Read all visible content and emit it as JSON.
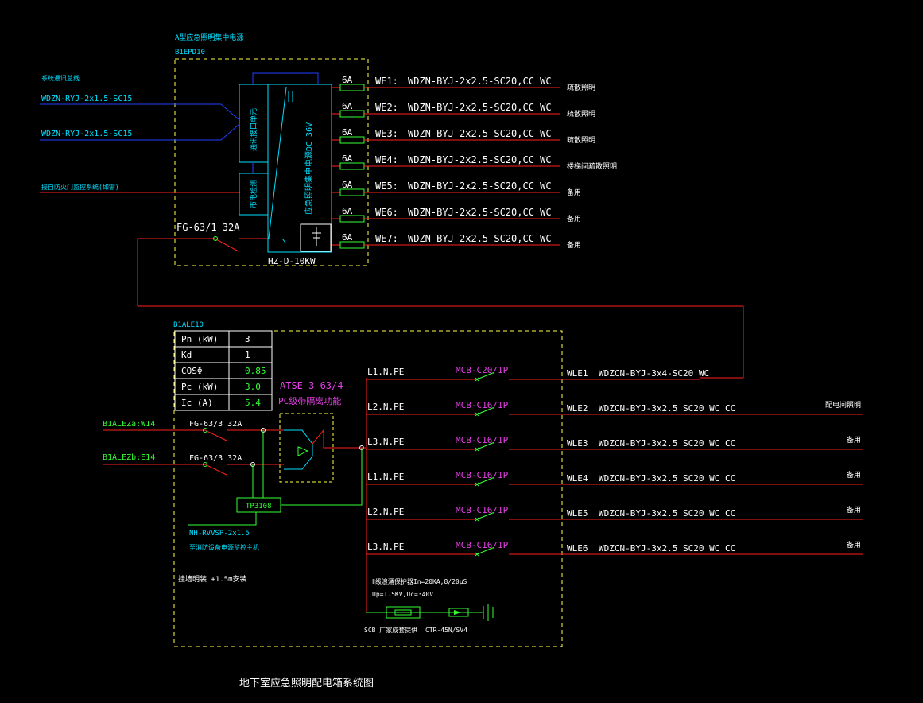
{
  "title": "地下室应急照明配电箱系统图",
  "top_panel": {
    "header": "A型应急照明集中电源",
    "code": "B1EPD10",
    "bus_label": "系统通讯总线",
    "comm_cable_1": "WDZN-RYJ-2x1.5-SC15",
    "comm_cable_2": "WDZN-RYJ-2x1.5-SC15",
    "fire_signal": "接自防火门监控系统(如需)",
    "comm_module": "通讯接口单元",
    "monitor_module": "市电检测",
    "power_module": "应急照明集中电源DC 36V",
    "main_breaker": "FG-63/1 32A",
    "model": "HZ-D-10KW",
    "outputs": [
      {
        "fuse": "6A",
        "id": "WE1:",
        "cable": "WDZN-BYJ-2x2.5-SC20,CC WC",
        "load": "疏散照明"
      },
      {
        "fuse": "6A",
        "id": "WE2:",
        "cable": "WDZN-BYJ-2x2.5-SC20,CC WC",
        "load": "疏散照明"
      },
      {
        "fuse": "6A",
        "id": "WE3:",
        "cable": "WDZN-BYJ-2x2.5-SC20,CC WC",
        "load": "疏散照明"
      },
      {
        "fuse": "6A",
        "id": "WE4:",
        "cable": "WDZN-BYJ-2x2.5-SC20,CC WC",
        "load": "楼梯间疏散照明"
      },
      {
        "fuse": "6A",
        "id": "WE5:",
        "cable": "WDZN-BYJ-2x2.5-SC20,CC WC",
        "load": "备用"
      },
      {
        "fuse": "6A",
        "id": "WE6:",
        "cable": "WDZN-BYJ-2x2.5-SC20,CC WC",
        "load": "备用"
      },
      {
        "fuse": "6A",
        "id": "WE7:",
        "cable": "WDZN-BYJ-2x2.5-SC20,CC WC",
        "load": "备用"
      }
    ]
  },
  "bottom_panel": {
    "code": "B1ALE10",
    "params": [
      {
        "label": "Pn (kW)",
        "value": "3"
      },
      {
        "label": "Kd",
        "value": "1"
      },
      {
        "label": "COSΦ",
        "value": "0.85"
      },
      {
        "label": "Pc (kW)",
        "value": "3.0"
      },
      {
        "label": "Ic (A)",
        "value": "5.4"
      }
    ],
    "atse_line1": "ATSE 3-63/4",
    "atse_line2": "PC级带隔离功能",
    "feed_a": "B1ALEZa:W14",
    "feed_b": "B1ALEZb:E14",
    "breaker_a": "FG-63/3 32A",
    "breaker_b": "FG-63/3 32A",
    "tp_module": "TP3108",
    "tp_cable": "NH-RVVSP-2x1.5",
    "tp_note": "至消防设备电源监控主机",
    "mount_note": "挂墙明装 +1.5m安装",
    "spd_line1": "Ⅱ级浪涌保护器In=20KA,8/20μS",
    "spd_line2": "Up=1.5KV,Uc=340V",
    "spd_label1": "SCB 厂家成套提供",
    "spd_label2": "CTR-45N/SV4",
    "circuits": [
      {
        "phase": "L1.N.PE",
        "breaker": "MCB-C20/1P",
        "id": "WLE1",
        "cable": "WDZCN-BYJ-3x4-SC20 WC",
        "load": ""
      },
      {
        "phase": "L2.N.PE",
        "breaker": "MCB-C16/1P",
        "id": "WLE2",
        "cable": "WDZCN-BYJ-3x2.5 SC20 WC CC",
        "load": "配电间照明"
      },
      {
        "phase": "L3.N.PE",
        "breaker": "MCB-C16/1P",
        "id": "WLE3",
        "cable": "WDZCN-BYJ-3x2.5 SC20 WC CC",
        "load": "备用"
      },
      {
        "phase": "L1.N.PE",
        "breaker": "MCB-C16/1P",
        "id": "WLE4",
        "cable": "WDZCN-BYJ-3x2.5 SC20 WC CC",
        "load": "备用"
      },
      {
        "phase": "L2.N.PE",
        "breaker": "MCB-C16/1P",
        "id": "WLE5",
        "cable": "WDZCN-BYJ-3x2.5 SC20 WC CC",
        "load": "备用"
      },
      {
        "phase": "L3.N.PE",
        "breaker": "MCB-C16/1P",
        "id": "WLE6",
        "cable": "WDZCN-BYJ-3x2.5 SC20 WC CC",
        "load": "备用"
      }
    ]
  },
  "colors": {
    "red": "#ff2020",
    "blue": "#2040ff",
    "cyan": "#00e0ff",
    "green": "#33ff33",
    "yellow": "#ffff44",
    "magenta": "#e640e6",
    "white": "#ffffff"
  }
}
